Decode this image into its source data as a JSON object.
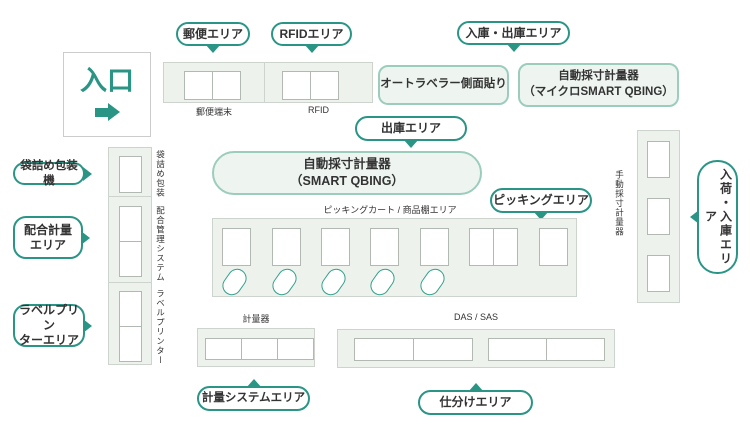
{
  "colors": {
    "teal": "#2a9585",
    "soft_border": "#9ccdbc",
    "soft_fill": "#eef5f0",
    "area_fill": "#edf2ed",
    "area_border": "#cdd3cd",
    "cell_border": "#b2b8b2",
    "text": "#333333"
  },
  "entrance": {
    "label": "入口"
  },
  "badges": {
    "postal": "郵便エリア",
    "rfid": "RFIDエリア",
    "in_out": "入庫・出庫エリア",
    "outbound": "出庫エリア",
    "picking": "ピッキングエリア",
    "receiving": "入荷・入庫エリア",
    "bagging_machine": "袋詰め包装機",
    "blend_line1": "配合計量",
    "blend_line2": "エリア",
    "printer_line1": "ラベルプリン",
    "printer_line2": "ターエリア",
    "weighing_system": "計量システムエリア",
    "sorting": "仕分けエリア"
  },
  "equipment": {
    "autolabeler": "オートラベラー側面貼り",
    "micro_qbing_line1": "自動採寸計量器",
    "micro_qbing_line2": "（マイクロSMART QBING）",
    "smart_qbing_line1": "自動採寸計量器",
    "smart_qbing_line2": "（SMART QBING）"
  },
  "labels": {
    "postal_terminal": "郵便端末",
    "rfid": "RFID",
    "picking_shelf": "ピッキングカート / 商品棚エリア",
    "manual_measure": "手動採寸計量器",
    "scale": "計量器",
    "das_sas": "DAS / SAS",
    "col_bagging": "袋詰め包装",
    "col_blend_system": "配合管理システム",
    "col_label_printer": "ラベルプリンター"
  }
}
